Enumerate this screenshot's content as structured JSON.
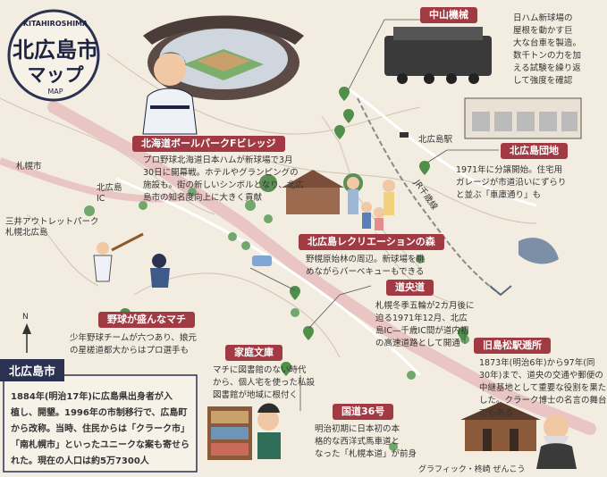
{
  "title": {
    "romaji": "KITAHIROSHIMA",
    "main": "北広島市",
    "sub": "マップ",
    "en": "MAP"
  },
  "places": {
    "sapporo": "札幌市",
    "kitahiroshima_ic": "北広島\nIC",
    "outlet": "三井アウトレットパーク\n札幌北広島",
    "station": "北広島駅",
    "jr_line": "JR千歳線"
  },
  "spots": [
    {
      "id": "ballpark",
      "label": "北海道ボールパークFビレッジ",
      "text": "プロ野球北海道日本ハムが新球場で3月\n30日に開幕戦。ホテルやグランピングの\n施設も。街の新しいシンボルとなり、北広\n島市の知名度向上に大きく貢献"
    },
    {
      "id": "nakayama",
      "label": "中山機械",
      "text": "日ハム新球場の\n屋根を動かす巨\n大な台車を製造。\n数千トンの力を加\nえる試験を繰り返\nして強度を確認"
    },
    {
      "id": "danchi",
      "label": "北広島団地",
      "text": "1971年に分譲開始。住宅用\nガレージが市道沿いにずらり\nと並ぶ「車庫通り」も"
    },
    {
      "id": "recreation",
      "label": "北広島レクリエーションの森",
      "text": "野幌原始林の周辺。新球場を眺\nめながらバーベキューもできる"
    },
    {
      "id": "doou",
      "label": "道央道",
      "text": "札幌冬季五輪が2カ月後に\n迫る1971年12月、北広\n島IC—千歳IC間が道内初\nの高速道路として開通"
    },
    {
      "id": "baseball",
      "label": "野球が盛んなマチ",
      "text": "少年野球チームが六つあり、娘元\nの星槎道都大からはプロ選手も"
    },
    {
      "id": "bunko",
      "label": "家庭文庫",
      "text": "マチに図書館のない時代\nから、個人宅を使った私設\n図書館が地域に根付く"
    },
    {
      "id": "route36",
      "label": "国道36号",
      "text": "明治初期に日本初の本\n格的な西洋式馬車道と\nなった「札幌本道」が前身"
    },
    {
      "id": "matsumura",
      "label": "旧島松駅逓所",
      "text": "1873年(明治6年)から97年(同\n30年)まで、道央の交通や郵便の\n中継基地として重要な役割を果た\nした。クラーク博士の名言の舞台\nでもある"
    }
  ],
  "history": {
    "title": "北広島市",
    "text": "1884年(明治17年)に広島県出身者が入\n植し、開墾。1996年の市制移行で、広島町\nから改称。当時、住民からは「クラーク市」\n「南札幌市」といったユニークな案も寄せら\nれた。現在の人口は約5万7300人"
  },
  "compass": "N",
  "credit": "グラフィック・柊崎 ぜんこう",
  "colors": {
    "banner": "#a23a43",
    "road": "#e7b8b8",
    "navy": "#2b3150",
    "background": "#f3ece0"
  }
}
